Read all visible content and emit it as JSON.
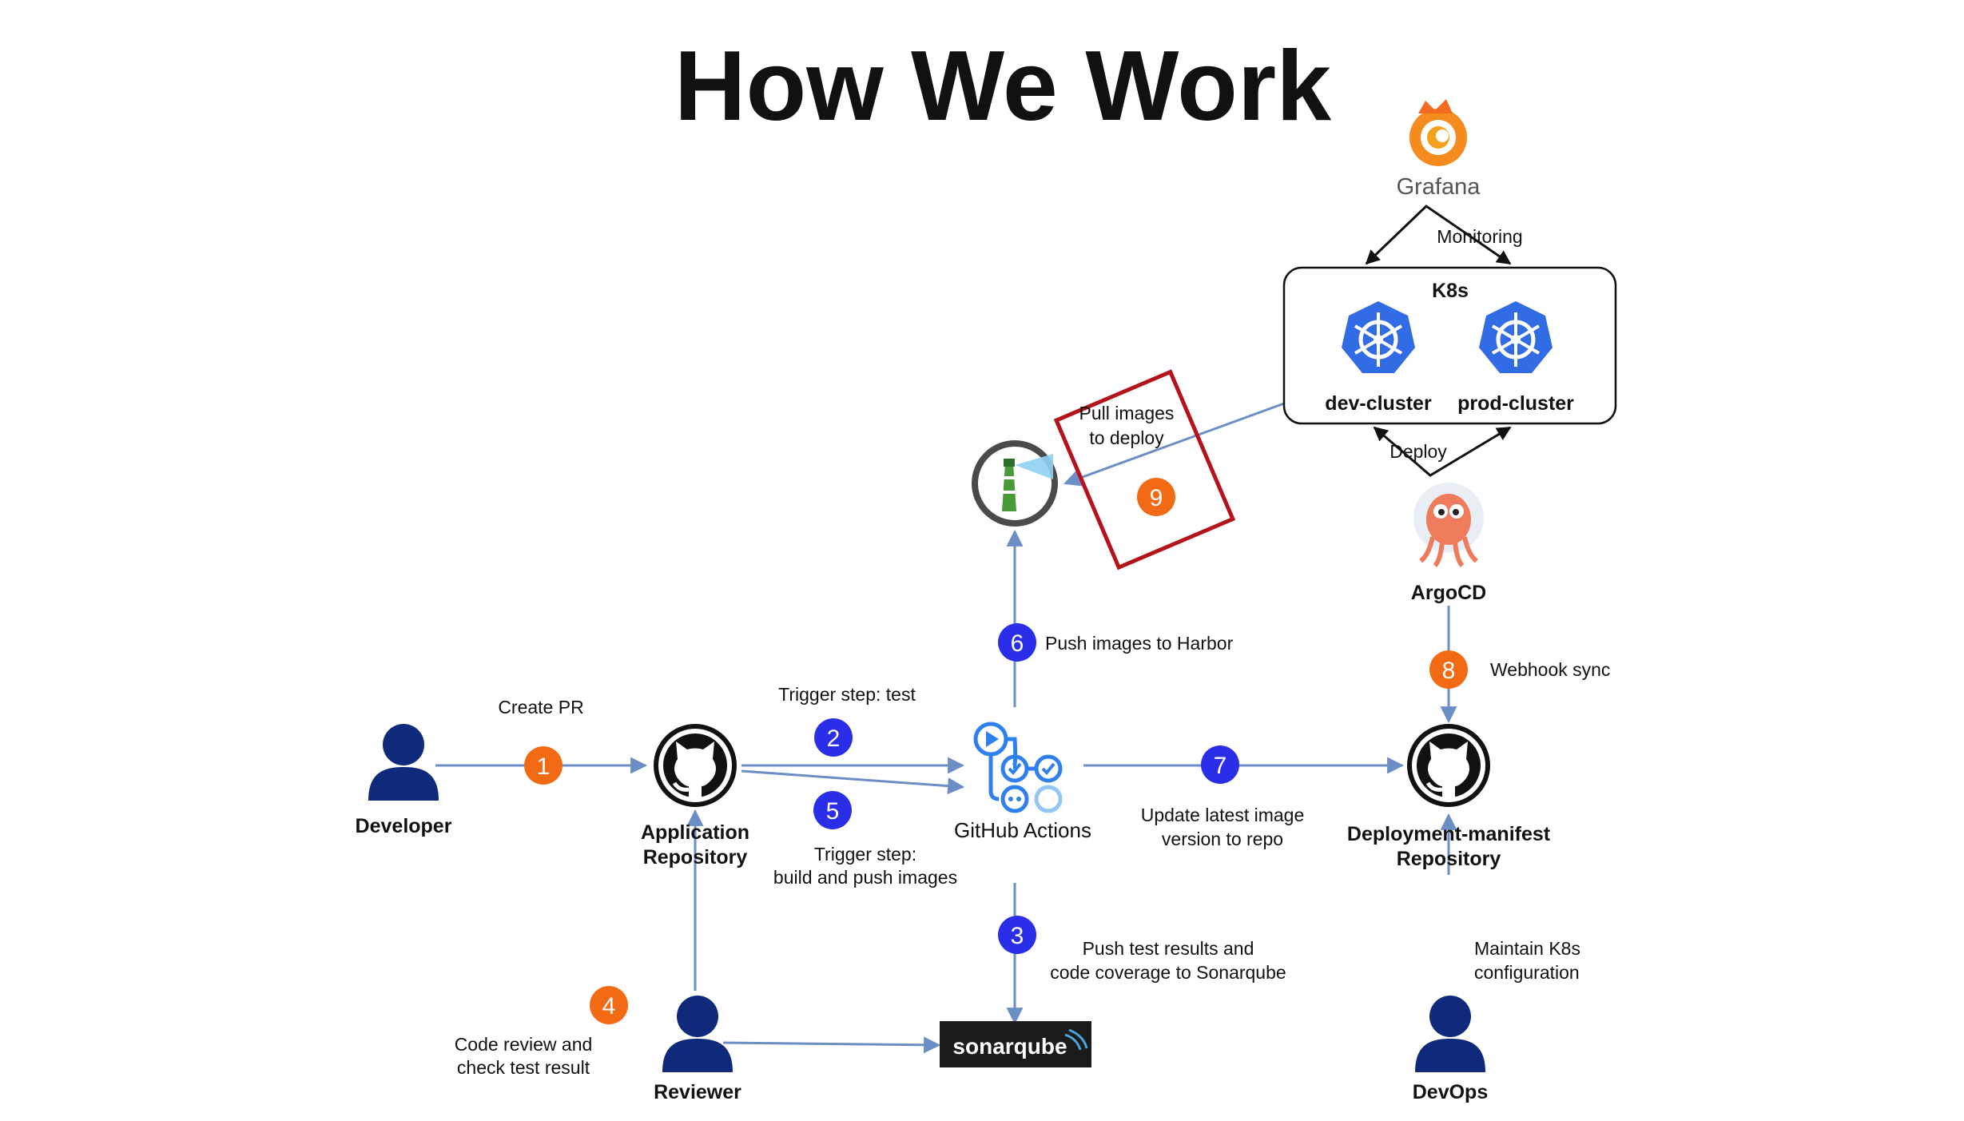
{
  "title": "How We Work",
  "colors": {
    "connector": "#6b8ec4",
    "step_blue": "#2b2ee8",
    "step_orange": "#f36a14",
    "person": "#0f2a7a",
    "k8s": "#326ce5",
    "highlight_box": "#b5121b",
    "sonar_bg": "#1b1b1b"
  },
  "nodes": {
    "developer": "Developer",
    "app_repo_line1": "Application",
    "app_repo_line2": "Repository",
    "reviewer": "Reviewer",
    "github_actions": "GitHub Actions",
    "sonarqube": "sonarqube",
    "deploy_repo_line1": "Deployment-manifest",
    "deploy_repo_line2": "Repository",
    "devops": "DevOps",
    "argocd": "ArgoCD",
    "grafana": "Grafana",
    "k8s": "K8s",
    "dev_cluster": "dev-cluster",
    "prod_cluster": "prod-cluster"
  },
  "icons": {
    "developer": "person-icon",
    "reviewer": "person-icon",
    "devops": "person-icon",
    "app_repo": "github-icon",
    "deploy_repo": "github-icon",
    "github_actions": "github-actions-icon",
    "harbor": "harbor-lighthouse-icon",
    "sonarqube": "sonarqube-logo",
    "argocd": "argocd-octopus-icon",
    "grafana": "grafana-logo",
    "clusters": "kubernetes-wheel-icon"
  },
  "steps": [
    {
      "n": "1",
      "color": "orange",
      "label": [
        "Create PR"
      ]
    },
    {
      "n": "2",
      "color": "blue",
      "label": [
        "Trigger step: test"
      ]
    },
    {
      "n": "3",
      "color": "blue",
      "label": [
        "Push test results and",
        "code coverage to Sonarqube"
      ]
    },
    {
      "n": "4",
      "color": "orange",
      "label": [
        "Code review and",
        "check test result"
      ]
    },
    {
      "n": "5",
      "color": "blue",
      "label": [
        "Trigger step:",
        "build and push images"
      ]
    },
    {
      "n": "6",
      "color": "blue",
      "label": [
        "Push images to Harbor"
      ]
    },
    {
      "n": "7",
      "color": "blue",
      "label": [
        "Update latest image",
        "version to repo"
      ]
    },
    {
      "n": "8",
      "color": "orange",
      "label": [
        "Webhook sync"
      ]
    },
    {
      "n": "9",
      "color": "orange",
      "label": [
        "Pull images",
        "to deploy"
      ]
    }
  ],
  "edge_labels": {
    "monitoring": "Monitoring",
    "deploy": "Deploy",
    "maintain_line1": "Maintain K8s",
    "maintain_line2": "configuration"
  }
}
